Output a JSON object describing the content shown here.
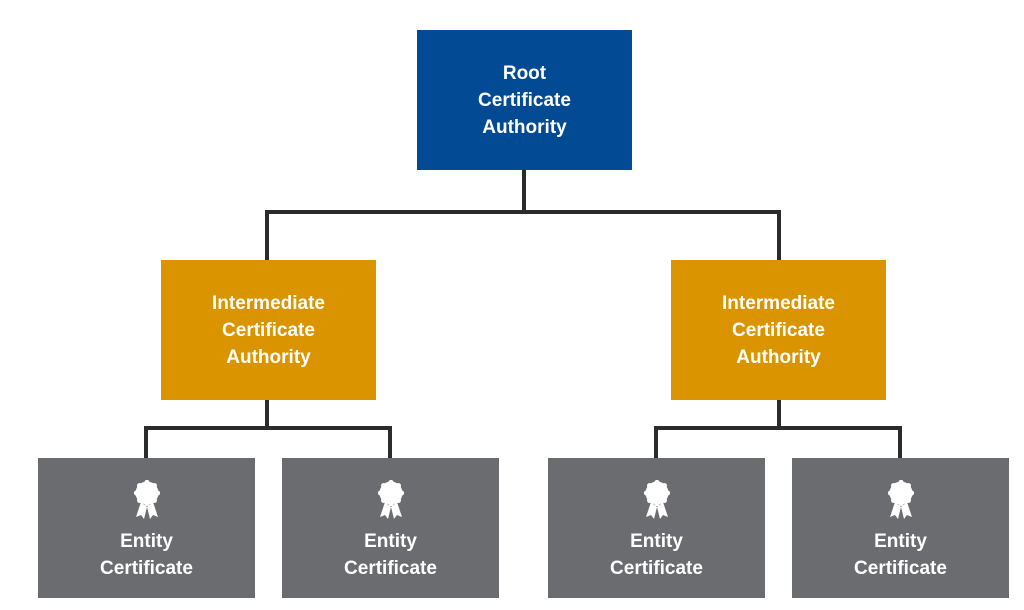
{
  "colors": {
    "root": "#034a95",
    "intermediate": "#d99400",
    "entity": "#6b6c70",
    "connector": "#2b2b2b"
  },
  "root": {
    "lines": [
      "Root",
      "Certificate",
      "Authority"
    ]
  },
  "intermediates": [
    {
      "lines": [
        "Intermediate",
        "Certificate",
        "Authority"
      ]
    },
    {
      "lines": [
        "Intermediate",
        "Certificate",
        "Authority"
      ]
    }
  ],
  "entities": [
    {
      "icon": "certificate-ribbon-icon",
      "lines": [
        "Entity",
        "Certificate"
      ]
    },
    {
      "icon": "certificate-ribbon-icon",
      "lines": [
        "Entity",
        "Certificate"
      ]
    },
    {
      "icon": "certificate-ribbon-icon",
      "lines": [
        "Entity",
        "Certificate"
      ]
    },
    {
      "icon": "certificate-ribbon-icon",
      "lines": [
        "Entity",
        "Certificate"
      ]
    }
  ]
}
